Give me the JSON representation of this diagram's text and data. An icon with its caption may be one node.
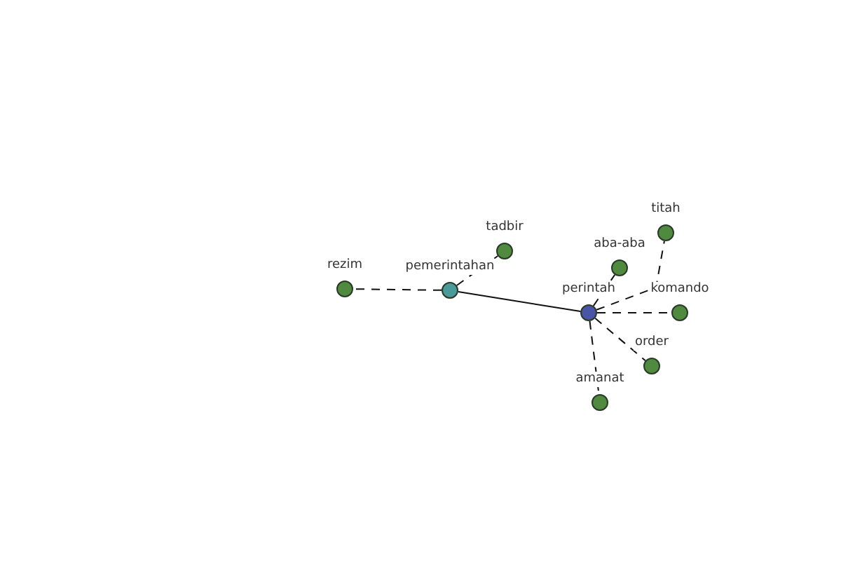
{
  "diagram": {
    "nodes": [
      {
        "text": [
          "titah"
        ]
      },
      {
        "text": [
          "tadbir"
        ]
      },
      {
        "text": [
          "aba-aba"
        ]
      },
      {
        "text": [
          "rezim"
        ]
      },
      {
        "text": [
          "pemerintahan"
        ]
      },
      {
        "text": [
          "perintah"
        ]
      },
      {
        "text": [
          "komando"
        ]
      },
      {
        "text": [
          "order"
        ]
      },
      {
        "text": [
          "amanat"
        ]
      }
    ],
    "edges": [
      {
        "from": 5,
        "to": 4,
        "arrow": "none"
      },
      {
        "from": 4,
        "to": 3,
        "arrow": "none",
        "style": "dashed"
      },
      {
        "from": 4,
        "to": 1,
        "arrow": "none",
        "style": "dashed"
      },
      {
        "from": 5,
        "to": 0,
        "arrow": "none",
        "style": "dashed"
      },
      {
        "from": 5,
        "to": 2,
        "arrow": "none",
        "style": "dashed"
      },
      {
        "from": 5,
        "to": 6,
        "arrow": "none",
        "style": "dashed"
      },
      {
        "from": 5,
        "to": 7,
        "arrow": "none",
        "style": "dashed"
      },
      {
        "from": 5,
        "to": 8,
        "arrow": "none",
        "style": "dashed"
      }
    ]
  }
}
